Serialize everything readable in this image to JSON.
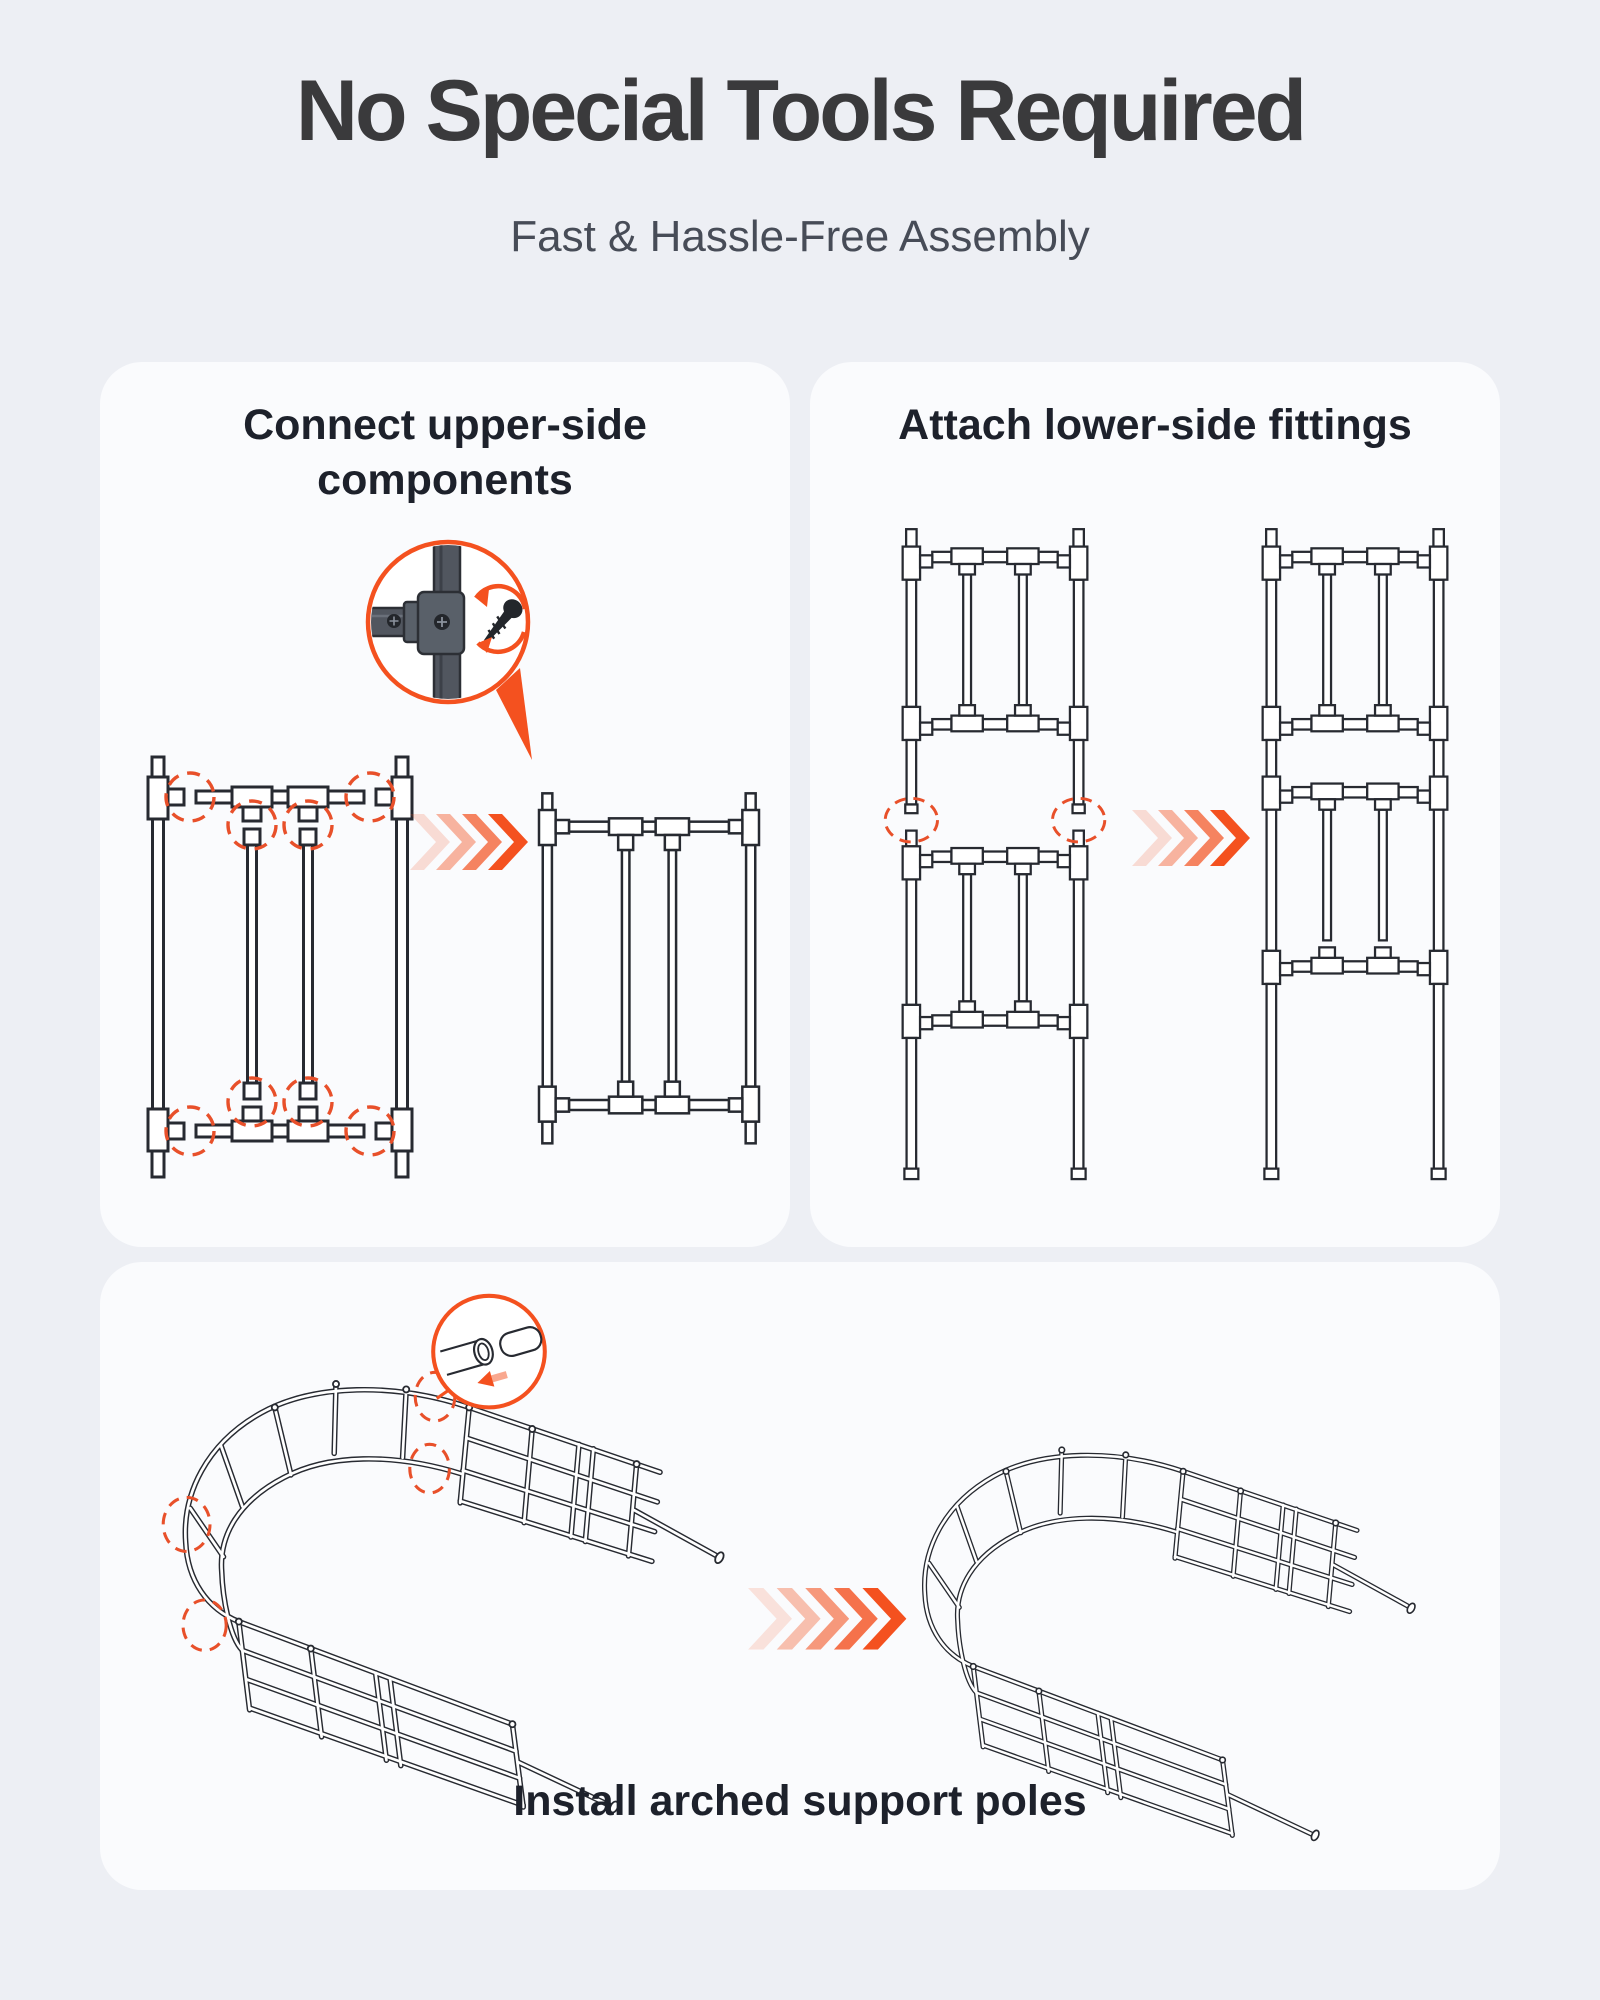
{
  "header": {
    "title": "No Special Tools Required",
    "subtitle": "Fast & Hassle-Free Assembly"
  },
  "steps": [
    {
      "id": "connect-upper",
      "title": "Connect upper-side components"
    },
    {
      "id": "attach-lower",
      "title": "Attach lower-side fittings"
    },
    {
      "id": "install-arched",
      "title": "Install arched support poles"
    }
  ],
  "icons": {
    "direction_arrow": "triple-chevron-right",
    "detail_callout": "zoom-circle",
    "connection_highlight": "dashed-circle",
    "screw": "self-tapping-screw",
    "insert_arrow": "arrow-left"
  },
  "colors": {
    "background": "#EDEFF4",
    "panel": "#FAFBFD",
    "title_text": "#3A3A3C",
    "heading_text": "#1D212B",
    "subtitle_text": "#474C57",
    "accent_orange": "#F4511F",
    "dashed_highlight": "#E8502A",
    "line_art": "#272A31",
    "connector_gray": "#51565F"
  }
}
